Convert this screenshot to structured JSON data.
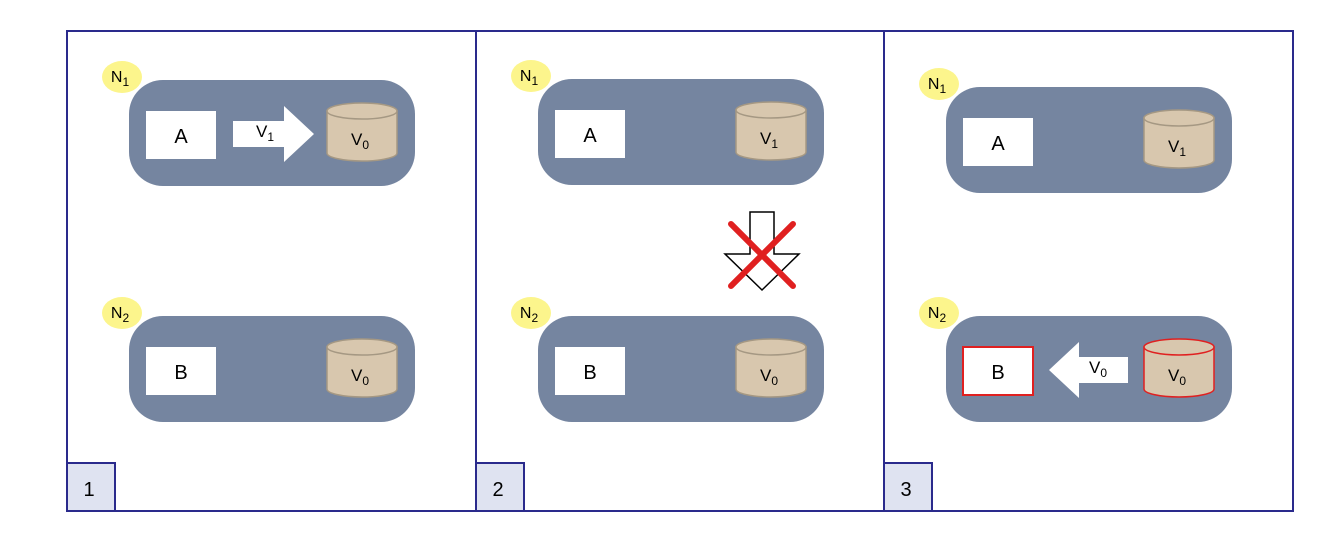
{
  "colors": {
    "panel_border": "#2a2a8c",
    "node_fill": "#7585a0",
    "node_badge_fill": "#fcf58c",
    "process_box_fill": "#ffffff",
    "disk_fill": "#d8c7ae",
    "disk_stroke": "#a59883",
    "highlight_red": "#e02020",
    "step_badge_fill": "#dfe3f1",
    "arrow_fill": "#ffffff"
  },
  "panels": [
    {
      "step": "1",
      "nodes": [
        {
          "badge": "N",
          "badge_sub": "1",
          "process": "A",
          "disk": "V",
          "disk_sub": "0",
          "arrow": {
            "direction": "right",
            "label": "V",
            "label_sub": "1"
          }
        },
        {
          "badge": "N",
          "badge_sub": "2",
          "process": "B",
          "disk": "V",
          "disk_sub": "0"
        }
      ]
    },
    {
      "step": "2",
      "blocked_transfer": true,
      "nodes": [
        {
          "badge": "N",
          "badge_sub": "1",
          "process": "A",
          "disk": "V",
          "disk_sub": "1"
        },
        {
          "badge": "N",
          "badge_sub": "2",
          "process": "B",
          "disk": "V",
          "disk_sub": "0"
        }
      ]
    },
    {
      "step": "3",
      "nodes": [
        {
          "badge": "N",
          "badge_sub": "1",
          "process": "A",
          "disk": "V",
          "disk_sub": "1"
        },
        {
          "badge": "N",
          "badge_sub": "2",
          "process": "B",
          "disk": "V",
          "disk_sub": "0",
          "highlight": true,
          "arrow": {
            "direction": "left",
            "label": "V",
            "label_sub": "0"
          }
        }
      ]
    }
  ]
}
